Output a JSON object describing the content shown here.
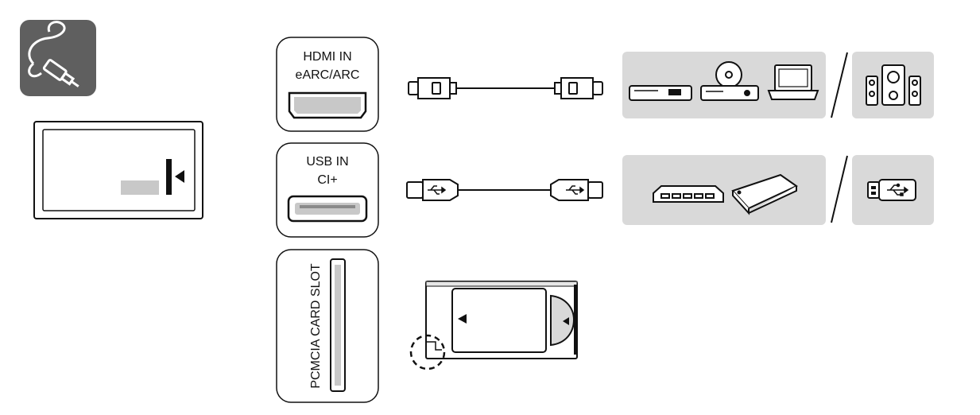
{
  "ports": {
    "hdmi": {
      "line1": "HDMI IN",
      "line2": "eARC/ARC"
    },
    "usb": {
      "line1": "USB IN",
      "line2": "CI+"
    },
    "pcmcia": {
      "label": "PCMCIA CARD SLOT"
    }
  },
  "icons": {
    "connection": "cable-plug-icon",
    "tv": "tv-rear-panel-icon",
    "hdmi_cable": "hdmi-cable-icon",
    "usb_cable": "usb-cable-icon",
    "hdmi_devices": [
      "blu-ray-player-icon",
      "dvd-player-icon",
      "laptop-icon",
      "speaker-system-icon"
    ],
    "usb_devices": [
      "network-hub-icon",
      "external-hard-drive-icon",
      "usb-flash-drive-icon"
    ],
    "ci_module": "ci-module-card-icon"
  },
  "colors": {
    "panel_bg": "#d9d9d9",
    "icon_tile": "#5f5f5f",
    "line": "#111111"
  }
}
